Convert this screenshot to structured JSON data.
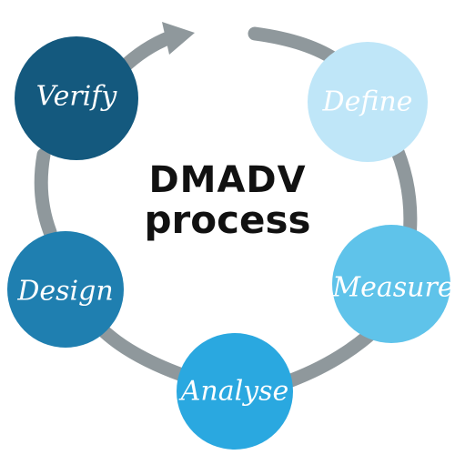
{
  "diagram": {
    "title_line1": "DMADV",
    "title_line2": "process",
    "arrow_color": "#8f989c",
    "steps": [
      {
        "label": "Define",
        "fill": "#bfe6f8",
        "text_color": "#ffffff"
      },
      {
        "label": "Measure",
        "fill": "#5fc3ea",
        "text_color": "#ffffff"
      },
      {
        "label": "Analyse",
        "fill": "#2aa8e0",
        "text_color": "#ffffff"
      },
      {
        "label": "Design",
        "fill": "#1f7fb0",
        "text_color": "#ffffff"
      },
      {
        "label": "Verify",
        "fill": "#14597e",
        "text_color": "#ffffff"
      }
    ]
  }
}
